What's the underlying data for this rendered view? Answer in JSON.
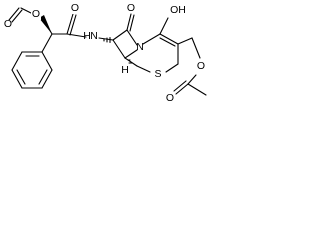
{
  "molecule": {
    "atoms": {
      "formyl_O": "O",
      "ester_O": "O",
      "amide_N": "N",
      "amide_H": "H",
      "acid_OH": "OH",
      "ring_N": "N",
      "bridge_H": "H",
      "ring_S": "S",
      "acetoxy_O": "O",
      "ketone_O": "O"
    }
  }
}
